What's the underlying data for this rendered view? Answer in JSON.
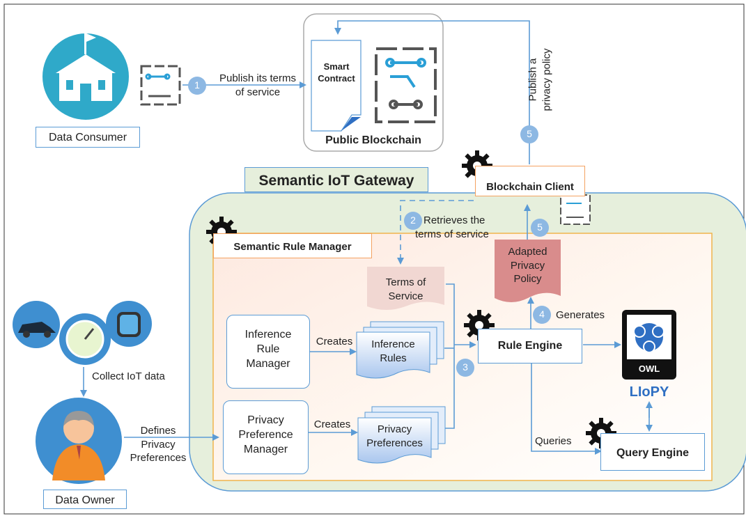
{
  "data_consumer": {
    "label": "Data Consumer"
  },
  "data_owner": {
    "label": "Data Owner"
  },
  "collect_iot": "Collect IoT data",
  "defines_privacy": {
    "line1": "Defines",
    "line2": "Privacy",
    "line3": "Preferences"
  },
  "publish_terms": {
    "line1": "Publish its terms",
    "line2": "of service"
  },
  "blockchain": {
    "title": "Public Blockchain",
    "smart_contract_1": "Smart",
    "smart_contract_2": "Contract"
  },
  "publish_policy": {
    "line1": "Publish a",
    "line2": "privacy policy"
  },
  "gateway": {
    "title": "Semantic IoT Gateway"
  },
  "blockchain_client": "Blockchain Client",
  "retrieves": {
    "line1": "Retrieves the",
    "line2": "terms of service"
  },
  "rule_manager": "Semantic Rule Manager",
  "terms_of_service": {
    "line1": "Terms of",
    "line2": "Service"
  },
  "adapted_policy": {
    "line1": "Adapted",
    "line2": "Privacy",
    "line3": "Policy"
  },
  "inference_rule_manager": {
    "line1": "Inference",
    "line2": "Rule",
    "line3": "Manager"
  },
  "privacy_pref_manager": {
    "line1": "Privacy",
    "line2": "Preference",
    "line3": "Manager"
  },
  "creates": "Creates",
  "inference_rules": {
    "line1": "Inference",
    "line2": "Rules"
  },
  "privacy_preferences": {
    "line1": "Privacy",
    "line2": "Preferences"
  },
  "rule_engine": "Rule Engine",
  "query_engine": "Query Engine",
  "generates": "Generates",
  "queries": "Queries",
  "owl": {
    "badge": "OWL",
    "name": "LIoPY"
  },
  "steps": {
    "s1": "1",
    "s2": "2",
    "s3": "3",
    "s4": "4",
    "s5a": "5",
    "s5b": "5"
  },
  "colors": {
    "step": "#8db8e3",
    "arrow": "#5b9bd5",
    "orange": "#f4a261",
    "gateway_bg": "#e6efdc",
    "policy": "#d98c8c",
    "terms": "#f1d7d2",
    "stack": "#b9d2f1",
    "owl_blue": "#2f6fc3",
    "consumer": "#2fa9c9",
    "owner": "#3f8fd0"
  }
}
